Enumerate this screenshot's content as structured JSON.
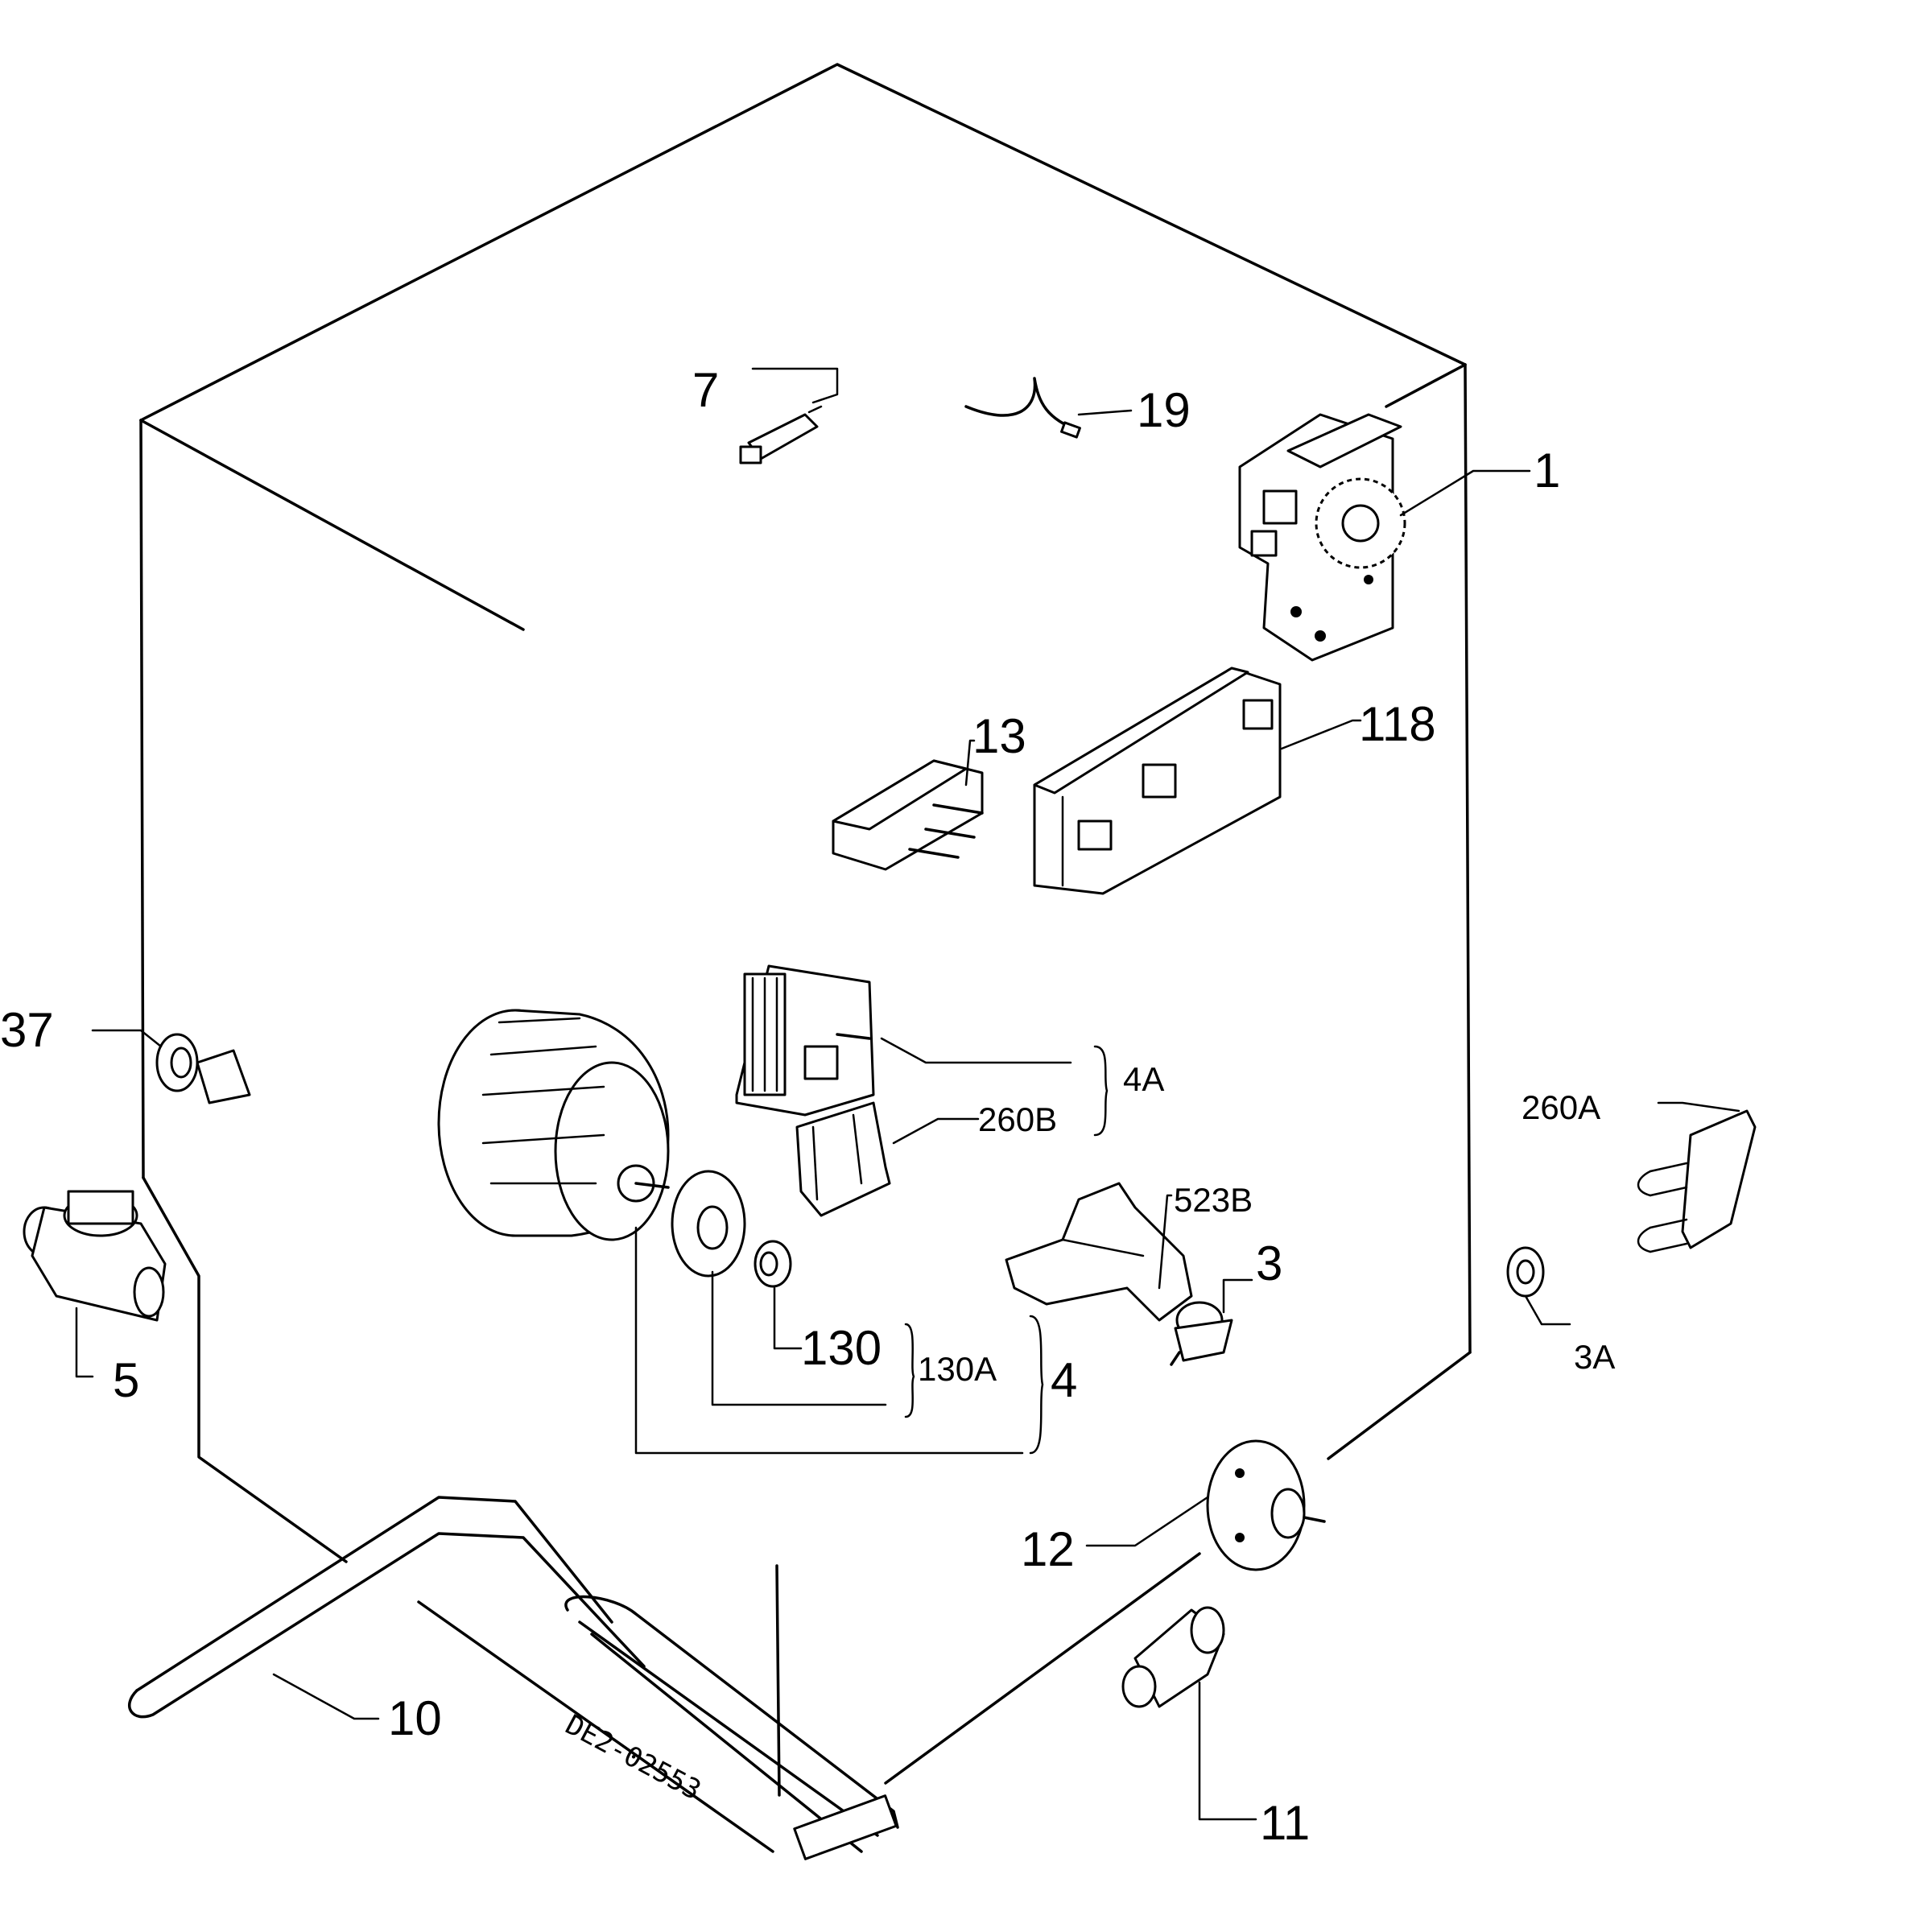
{
  "diagram": {
    "drawing_code": "DE2-02553",
    "labels": {
      "p1": "1",
      "p3": "3",
      "p3a": "3A",
      "p4": "4",
      "p4a": "4A",
      "p5": "5",
      "p7": "7",
      "p10": "10",
      "p11": "11",
      "p12": "12",
      "p13": "13",
      "p19": "19",
      "p37": "37",
      "p118": "118",
      "p130": "130",
      "p130a": "130A",
      "p260a": "260A",
      "p260b": "260B",
      "p523b": "523B"
    }
  }
}
